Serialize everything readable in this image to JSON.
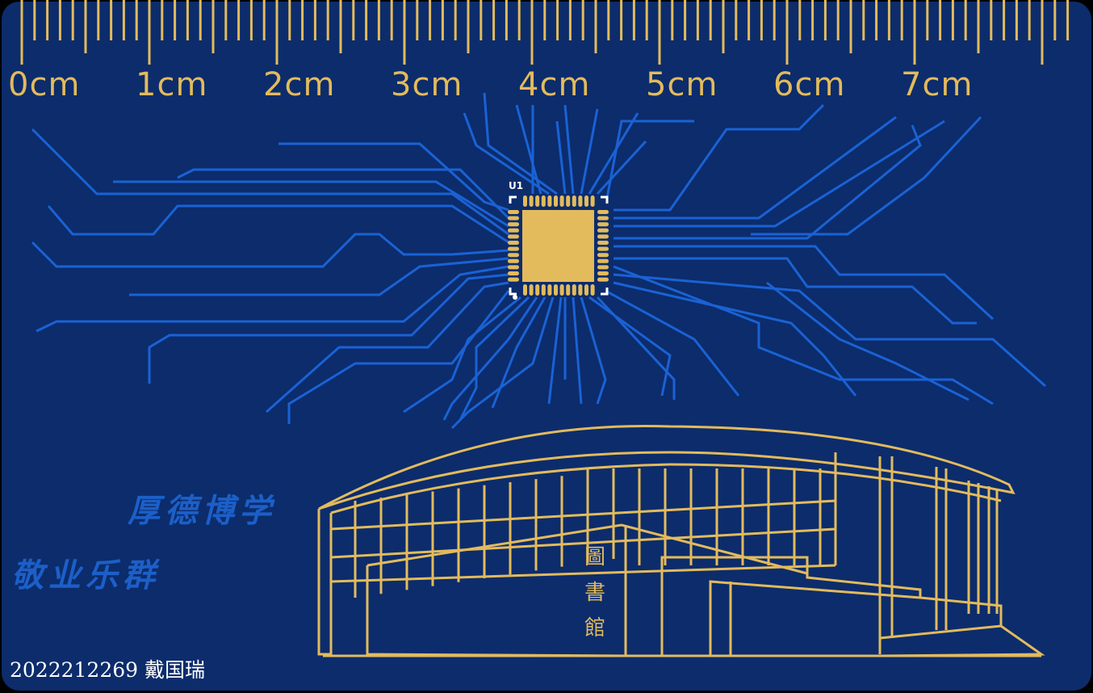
{
  "ruler": {
    "labels": [
      "0cm",
      "1cm",
      "2cm",
      "3cm",
      "4cm",
      "5cm",
      "6cm",
      "7cm"
    ],
    "ticks_per_cm": 10
  },
  "chip": {
    "designator": "U1",
    "pins_per_side": 12
  },
  "mottos": [
    "厚德博学",
    "敬业乐群"
  ],
  "building_sign": "圖書館",
  "student": {
    "id_name": "2022212269 戴国瑞"
  },
  "colors": {
    "board": "#0c2c6c",
    "gold": "#e3bb5c",
    "trace": "#1a62d4",
    "silk": "#ffffff"
  }
}
